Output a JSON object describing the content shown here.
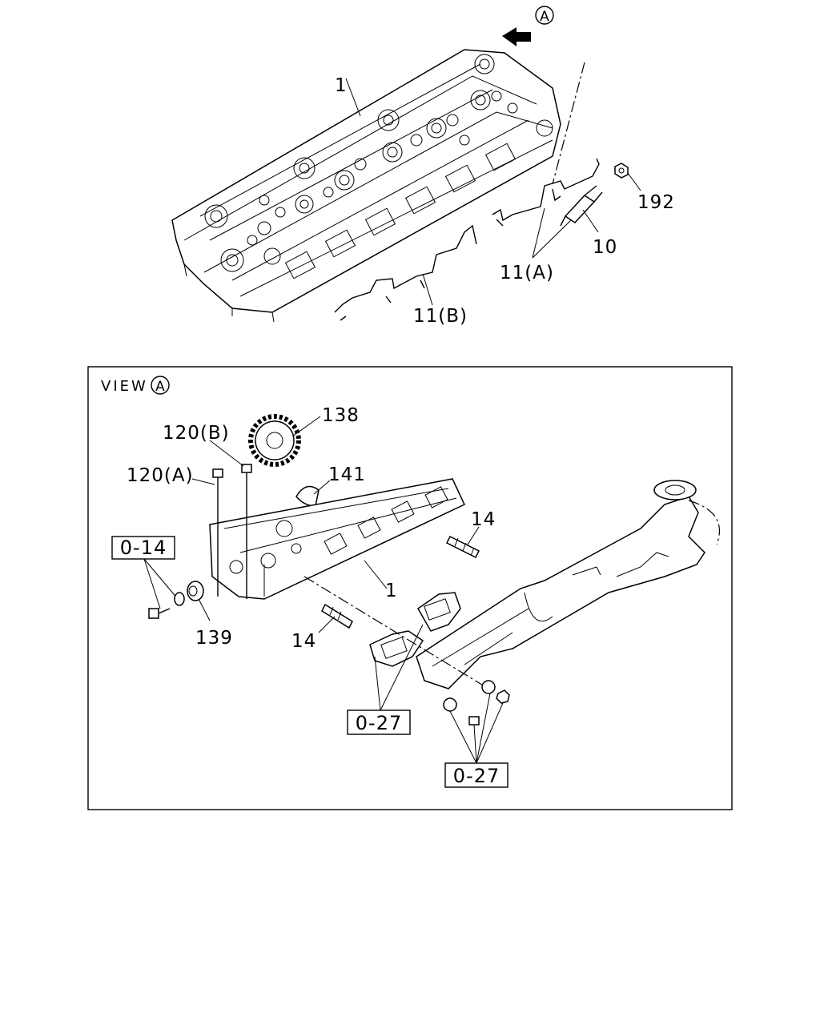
{
  "view_marker": "A",
  "top_labels": {
    "cylinder_head": "1",
    "nut": "192",
    "glow_plug": "10",
    "connector_a": "11(A)",
    "connector_b": "11(B)"
  },
  "detail_view": {
    "title": "VIEW",
    "marker": "A",
    "labels": {
      "gear": "138",
      "bolt_b": "120(B)",
      "bolt_a": "120(A)",
      "key": "141",
      "stud_right": "14",
      "ref_left": "0-14",
      "cylinder_head": "1",
      "bushing": "139",
      "stud_left": "14",
      "ref_gasket": "0-27",
      "ref_nuts": "0-27"
    }
  }
}
